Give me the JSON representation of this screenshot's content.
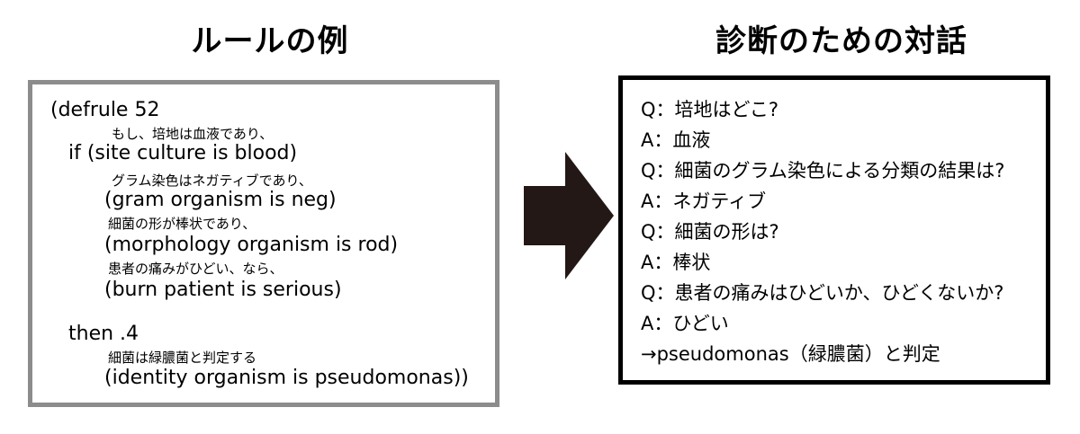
{
  "titles": {
    "left": "ルールの例",
    "right": "診断のための対話"
  },
  "rule": {
    "header": "(defrule 52",
    "lines": [
      {
        "kind": "jp",
        "text": "もし、培地は血液であり、"
      },
      {
        "kind": "en",
        "text": "if   (site culture is blood)"
      },
      {
        "kind": "jp",
        "text": "グラム染色はネガティブであり、"
      },
      {
        "kind": "en",
        "text": "(gram organism is neg)"
      },
      {
        "kind": "jp",
        "text": "細菌の形が棒状であり、"
      },
      {
        "kind": "en",
        "text": "(morphology organism is rod)"
      },
      {
        "kind": "jp",
        "text": "患者の痛みがひどい、なら、"
      },
      {
        "kind": "en",
        "text": "(burn patient is serious)"
      },
      {
        "kind": "en",
        "text": "then  .4"
      },
      {
        "kind": "jp",
        "text": "細菌は緑膿菌と判定する"
      },
      {
        "kind": "en",
        "text": "(identity organism is pseudomonas))"
      }
    ]
  },
  "arrow": {
    "icon": "right-arrow-icon",
    "color": "#231815"
  },
  "dialog": [
    "Q：培地はどこ?",
    "A：血液",
    "Q：細菌のグラム染色による分類の結果は?",
    "A：ネガティブ",
    "Q：細菌の形は?",
    "A：棒状",
    "Q：患者の痛みはひどいか、ひどくないか?",
    "A：ひどい",
    "→pseudomonas（緑膿菌）と判定"
  ],
  "colors": {
    "rule_border": "#8c8c8c",
    "dialog_border": "#000000"
  }
}
